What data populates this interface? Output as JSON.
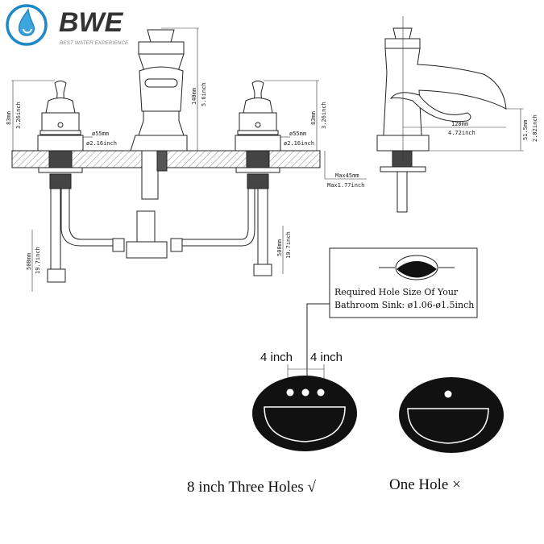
{
  "logo": {
    "brand": "BWE",
    "tagline": "BEST WATER EXPERIENCE",
    "color": "#1e88c8"
  },
  "front_view": {
    "handle_height_mm": "83mm",
    "handle_height_in": "3.26inch",
    "base_diameter_mm": "ø55mm",
    "base_diameter_in": "ø2.16inch",
    "spout_height_mm": "140mm",
    "spout_height_in": "5.6inch",
    "deck_max_mm": "Max45mm",
    "deck_max_in": "Max1.77inch",
    "hose_length_mm": "500mm",
    "hose_length_in": "19.7inch"
  },
  "side_view": {
    "reach_mm": "120mm",
    "reach_in": "4.72inch",
    "spout_clearance_mm": "51.5mm",
    "spout_clearance_in": "2.02inch"
  },
  "hole_note": {
    "line1": "Required Hole Size Of Your",
    "line2": "Bathroom Sink: ø1.06-ø1.5inch"
  },
  "spacing": {
    "left": "4 inch",
    "right": "4 inch"
  },
  "captions": {
    "three_holes": "8 inch Three Holes √",
    "one_hole": "One Hole ×"
  }
}
